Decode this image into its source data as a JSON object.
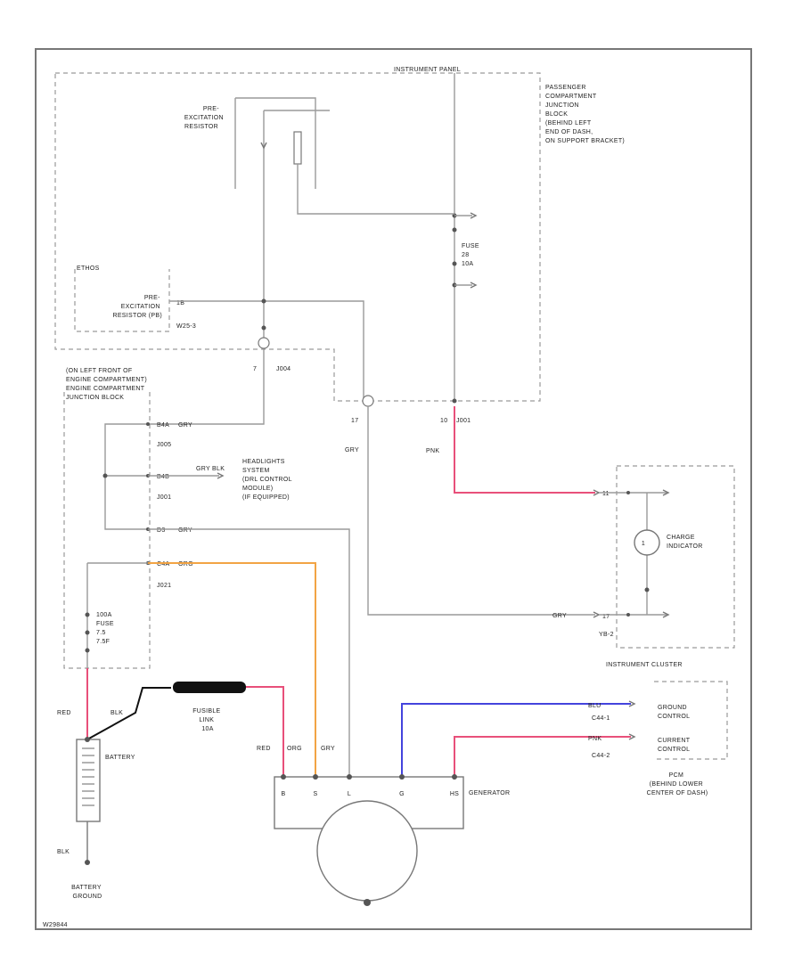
{
  "title": "INSTRUMENT PANEL",
  "pjb": {
    "lines": [
      "PASSENGER",
      "COMPARTMENT",
      "JUNCTION",
      "BLOCK",
      "(BEHIND LEFT",
      "END OF DASH,",
      "ON SUPPORT BRACKET)"
    ],
    "fuse": [
      "FUSE",
      "28",
      "10A"
    ]
  },
  "pre_resistor_top": [
    "PRE-",
    "EXCITATION",
    "RESISTOR"
  ],
  "pre_resistor_left": [
    "PRE-",
    "EXCITATION",
    "RESISTOR (PB)"
  ],
  "left_tag": "ETHOS",
  "pins": {
    "top_left_a": "1B",
    "res_conn": "W25-3",
    "j1": "7",
    "j1_name": "J004",
    "j2": "17",
    "j3": "10",
    "j3_name": "J001"
  },
  "ecjb": [
    "(ON LEFT FRONT OF",
    "ENGINE COMPARTMENT)",
    "ENGINE COMPARTMENT",
    "JUNCTION BLOCK"
  ],
  "ecjb_rows": [
    {
      "pin": "B4A",
      "wire": "GRY"
    },
    {
      "pin": "J005",
      "wire": ""
    },
    {
      "pin": "B4B",
      "wire": "GRY BLK"
    },
    {
      "pin": "J001",
      "wire": ""
    },
    {
      "pin": "D3",
      "wire": "GRY"
    },
    {
      "pin": "C4A",
      "wire": "ORG"
    },
    {
      "pin": "J021",
      "wire": ""
    }
  ],
  "drl": [
    "HEADLIGHTS",
    "SYSTEM",
    "(DRL CONTROL",
    "MODULE)",
    "(IF EQUIPPED)"
  ],
  "fuse_left": [
    "100A",
    "FUSE",
    "7.5",
    "7.5F"
  ],
  "wire_colors": {
    "gry": "GRY",
    "pnk": "PNK",
    "red": "RED",
    "blk": "BLK",
    "org": "ORG",
    "blu": "BLU"
  },
  "cluster": {
    "indicator": [
      "CHARGE",
      "INDICATOR"
    ],
    "name": "INSTRUMENT CLUSTER",
    "pin_top": "11",
    "pin_bot": "17",
    "conn": "YB-2"
  },
  "fusible": [
    "FUSIBLE",
    "LINK",
    "10A"
  ],
  "battery": "BATTERY",
  "ground": [
    "BATTERY",
    "GROUND"
  ],
  "generator": {
    "name": "GENERATOR",
    "terminals": [
      "B",
      "S",
      "L",
      "G",
      "HS"
    ]
  },
  "pcm": {
    "ground_control": [
      "GROUND",
      "CONTROL"
    ],
    "current_control": [
      "CURRENT",
      "CONTROL"
    ],
    "pin1": "C44-1",
    "pin2": "C44-2",
    "name": [
      "PCM",
      "(BEHIND LOWER",
      "CENTER OF DASH)"
    ]
  },
  "footer_code": "W29844",
  "colors": {
    "pink": "#e8507a",
    "orange": "#f2a444",
    "blue": "#4444dd",
    "black": "#111111"
  }
}
